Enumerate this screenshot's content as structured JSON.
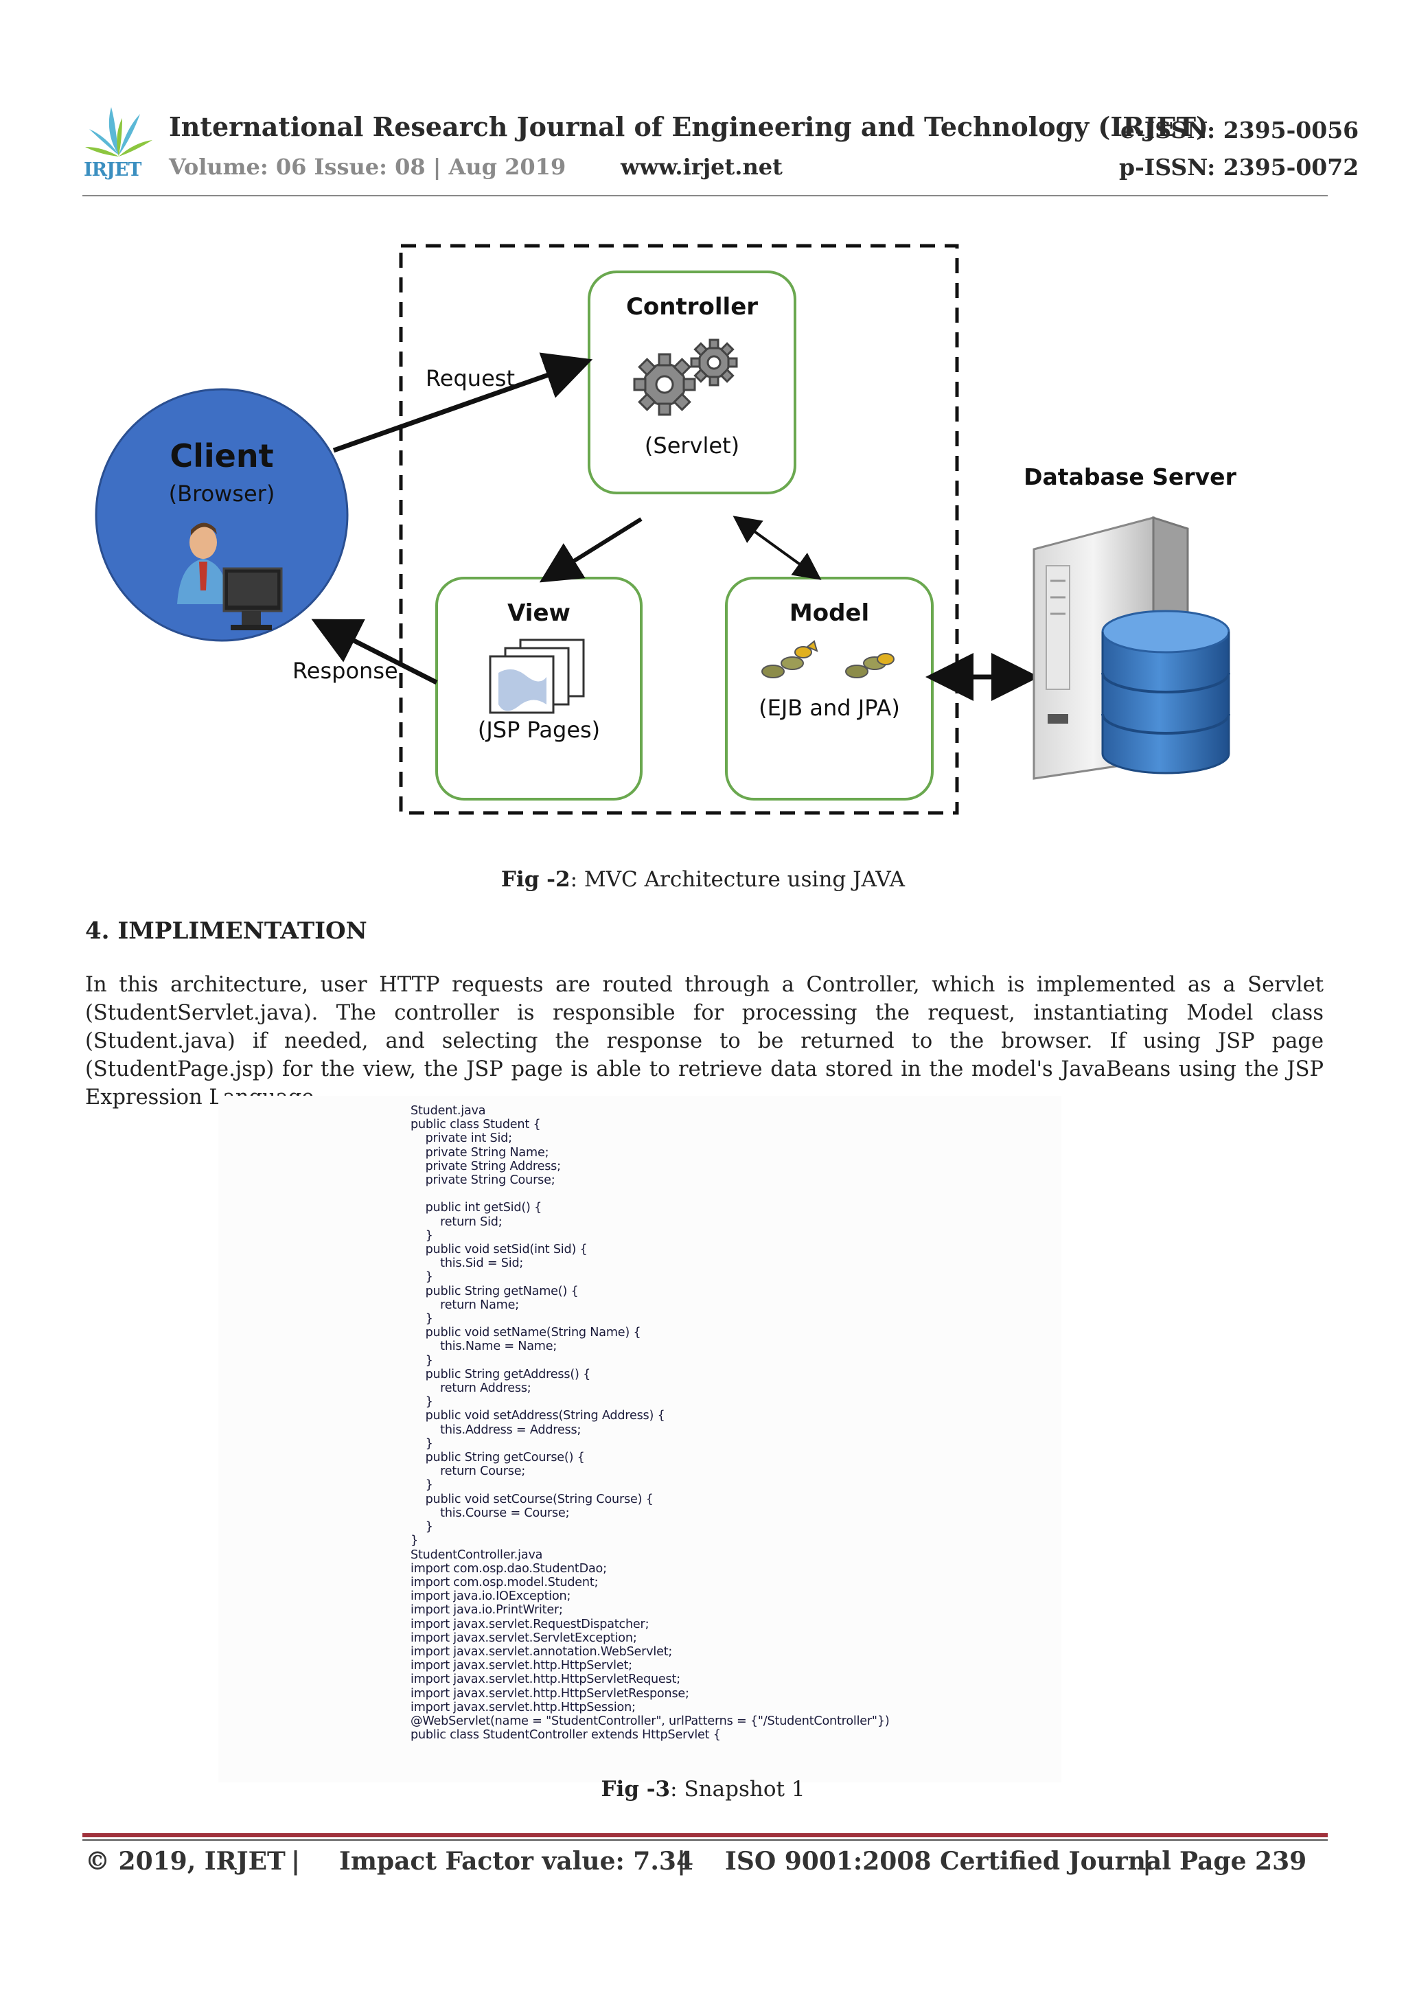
{
  "header": {
    "journal_title": "International Research Journal of Engineering and Technology (IRJET)",
    "eissn": "e-ISSN: 2395-0056",
    "volume": "Volume: 06 Issue: 08 | Aug 2019",
    "website": "www.irjet.net",
    "pissn": "p-ISSN: 2395-0072",
    "logo_text": "IRJET"
  },
  "diagram": {
    "client_title": "Client",
    "client_sub": "(Browser)",
    "request_label": "Request",
    "response_label": "Response",
    "controller_title": "Controller",
    "controller_sub": "(Servlet)",
    "view_title": "View",
    "view_sub": "(JSP Pages)",
    "model_title": "Model",
    "model_sub": "(EJB and JPA)",
    "db_title": "Database Server",
    "colors": {
      "client_fill": "#3e6fc4",
      "box_border": "#6aa84f",
      "db_blue": "#2f6db0"
    }
  },
  "fig2": {
    "label": "Fig -2",
    "text": ": MVC Architecture using JAVA"
  },
  "section": {
    "heading": "4. IMPLIMENTATION"
  },
  "paragraph": "In this architecture, user HTTP requests are routed through a Controller, which is implemented as a Servlet (StudentServlet.java). The controller is responsible for processing the request, instantiating Model class (Student.java) if needed, and selecting the response to be returned to the browser.  If using JSP page (StudentPage.jsp) for the view, the JSP page is able to retrieve data stored in the model's JavaBeans using the JSP Expression Language.",
  "code": "Student.java\npublic class Student {\n    private int Sid;\n    private String Name;\n    private String Address;\n    private String Course;\n\n    public int getSid() {\n        return Sid;\n    }\n    public void setSid(int Sid) {\n        this.Sid = Sid;\n    }\n    public String getName() {\n        return Name;\n    }\n    public void setName(String Name) {\n        this.Name = Name;\n    }\n    public String getAddress() {\n        return Address;\n    }\n    public void setAddress(String Address) {\n        this.Address = Address;\n    }\n    public String getCourse() {\n        return Course;\n    }\n    public void setCourse(String Course) {\n        this.Course = Course;\n    }\n}\nStudentController.java\nimport com.osp.dao.StudentDao;\nimport com.osp.model.Student;\nimport java.io.IOException;\nimport java.io.PrintWriter;\nimport javax.servlet.RequestDispatcher;\nimport javax.servlet.ServletException;\nimport javax.servlet.annotation.WebServlet;\nimport javax.servlet.http.HttpServlet;\nimport javax.servlet.http.HttpServletRequest;\nimport javax.servlet.http.HttpServletResponse;\nimport javax.servlet.http.HttpSession;\n@WebServlet(name = \"StudentController\", urlPatterns = {\"/StudentController\"})\npublic class StudentController extends HttpServlet {",
  "fig3": {
    "label": "Fig -3",
    "text": ": Snapshot 1"
  },
  "footer": {
    "copyright": "© 2019, IRJET",
    "sep": "|",
    "impact": "Impact Factor value: 7.34",
    "iso": "ISO 9001:2008 Certified Journal",
    "page": "Page 239"
  }
}
